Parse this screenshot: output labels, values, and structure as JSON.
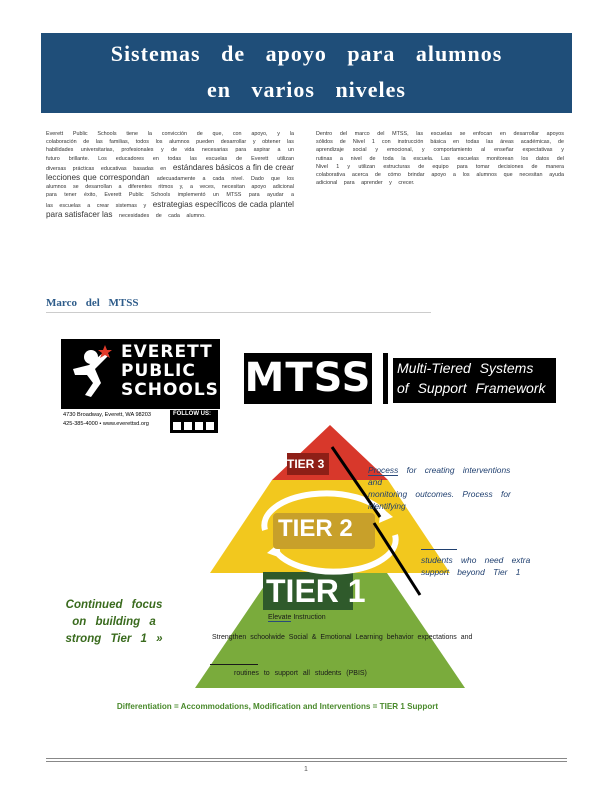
{
  "header": {
    "title_line1": "Sistemas de apoyo para alumnos",
    "title_line2": "en varios niveles"
  },
  "left_col": {
    "p1": "Everett Public Schools tiene la convicción de que, con apoyo, y la colaboración de las familias, todos los alumnos pueden desarrollar y obtener las habilidades universitarias, profesionales y de vida necesarias para aspirar a un futuro brillante. Los educadores en todas las escuelas de Everett utilizan diversas prácticas educativas basadas en",
    "p1_large": "estándares básicos a fin de crear lecciones que correspondan",
    "p2": "adecuadamente a cada nivel. Dado que los alumnos se desarrollan a diferentes ritmos y, a veces, necesitan apoyo adicional para tener éxito, Everett Public Schools implementó un MTSS para ayudar a las escuelas a crear sistemas y",
    "p2_large": "estrategias específicos de cada plantel para satisfacer las",
    "p3": "necesidades de cada alumno."
  },
  "right_col": {
    "p1": "Dentro del marco del MTSS, las escuelas se enfocan en desarrollar apoyos sólidos de Nivel 1 con instrucción básica en todas las áreas académicas, de aprendizaje social y emocional, y comportamiento al enseñar expectativas y rutinas a nivel de toda la escuela. Las escuelas monitorean los datos del Nivel 1 y utilizan estructuras de equipo para tomar decisiones de manera colaborativa acerca de cómo brindar apoyo a los alumnos que necesitan ayuda adicional para aprender y crecer."
  },
  "section_title": "Marco del MTSS",
  "logo": {
    "line1": "EVERETT",
    "line2": "PUBLIC",
    "line3": "SCHOOLS",
    "address": "4730 Broadway, Everett, WA 98203",
    "phone": "425-385-4000 • www.everettsd.org",
    "follow": "FOLLOW US:"
  },
  "mtss": {
    "acronym": "MTSS",
    "subtitle_line1": "Multi-Tiered Systems",
    "subtitle_line2": "of Support Framework"
  },
  "pyramid": {
    "tier3": "TIER 3",
    "tier2": "TIER 2",
    "tier1": "TIER 1",
    "tier1_elevate": "Elevate",
    "tier1_instruction": "Instruction",
    "tier1_strengthen": "Strengthen",
    "tier1_schoolwide": "schoolwide",
    "tier1_sel": "Social & Emotional Learning",
    "tier1_behavior": "behavior expectations",
    "tier1_and": "and",
    "tier1_routines": "routines to support all students (PBIS)"
  },
  "annotations": {
    "process1": "Process",
    "process1_rest": "for creating interventions and",
    "monitoring": "monitoring outcomes.",
    "process2": "Process",
    "process2_rest": "for identifying",
    "students_line1": "students who need extra",
    "students_line2": "support beyond",
    "students_tier": "Tier 1",
    "continued": "Continued focus on building a strong Tier 1 »"
  },
  "footer_caption": "Differentiation = Accommodations, Modification and Interventions = TIER 1 Support",
  "page_number": "1"
}
